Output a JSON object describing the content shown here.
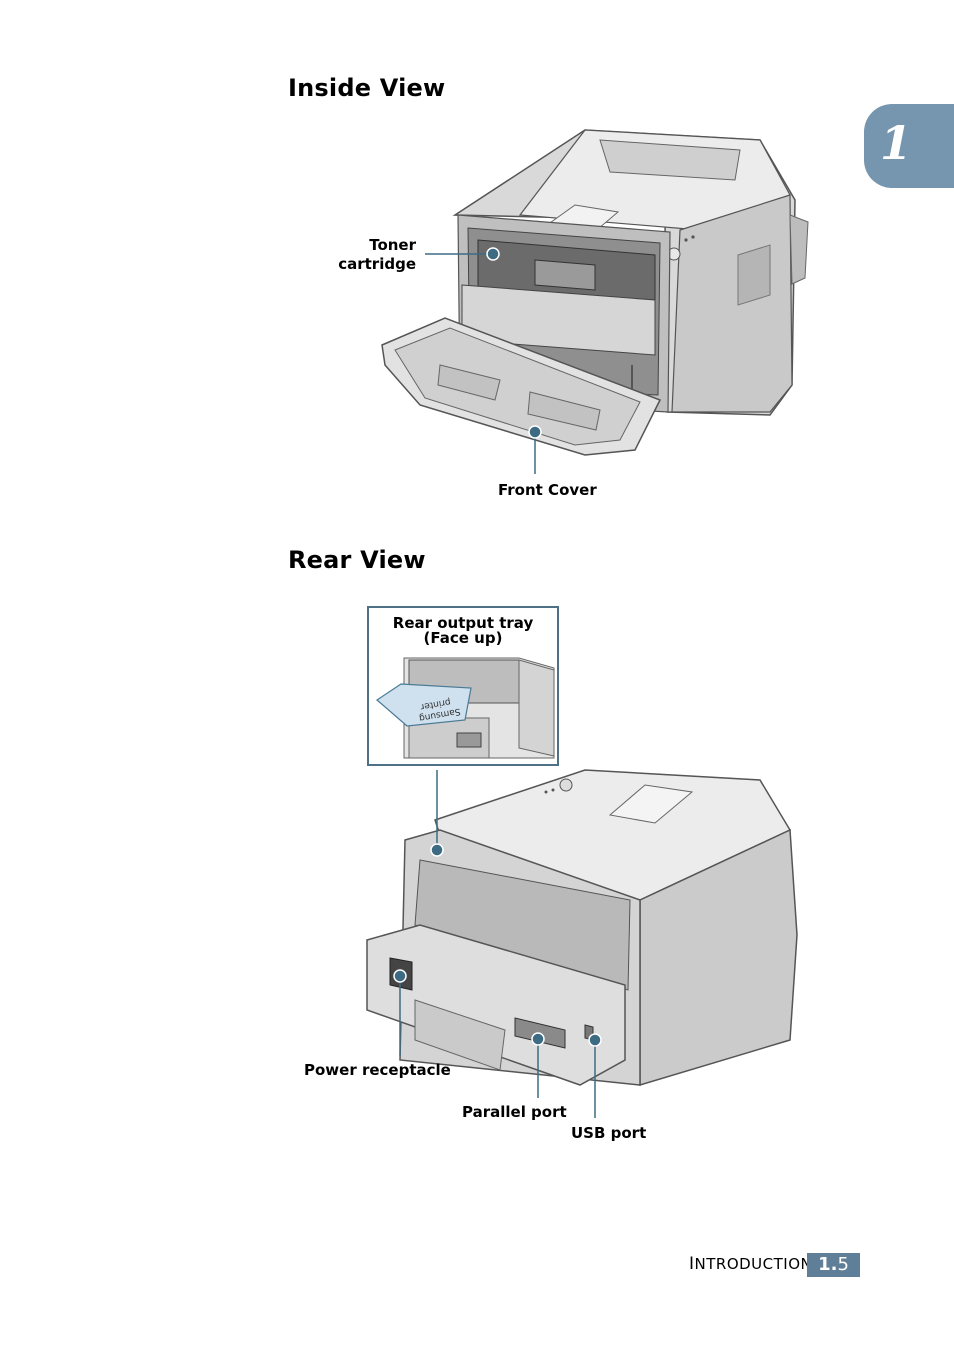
{
  "chapter": {
    "number": "1"
  },
  "inside_view": {
    "heading": "Inside View",
    "labels": {
      "toner_line1": "Toner",
      "toner_line2": "cartridge",
      "front_cover": "Front Cover"
    }
  },
  "rear_view": {
    "heading": "Rear View",
    "inset": {
      "title_line1": "Rear output tray",
      "title_line2": "(Face up)",
      "paper_text_line1": "Samsung",
      "paper_text_line2": "printer"
    },
    "labels": {
      "power_receptacle": "Power receptacle",
      "parallel_port": "Parallel port",
      "usb_port": "USB port"
    }
  },
  "footer": {
    "section_initial": "I",
    "section_rest": "NTRODUCTION",
    "page_chapter": "1.",
    "page_number": "5"
  },
  "colors": {
    "accent": "#5f7f98",
    "callout": "#3d6b84",
    "tab": "#7596ae"
  }
}
